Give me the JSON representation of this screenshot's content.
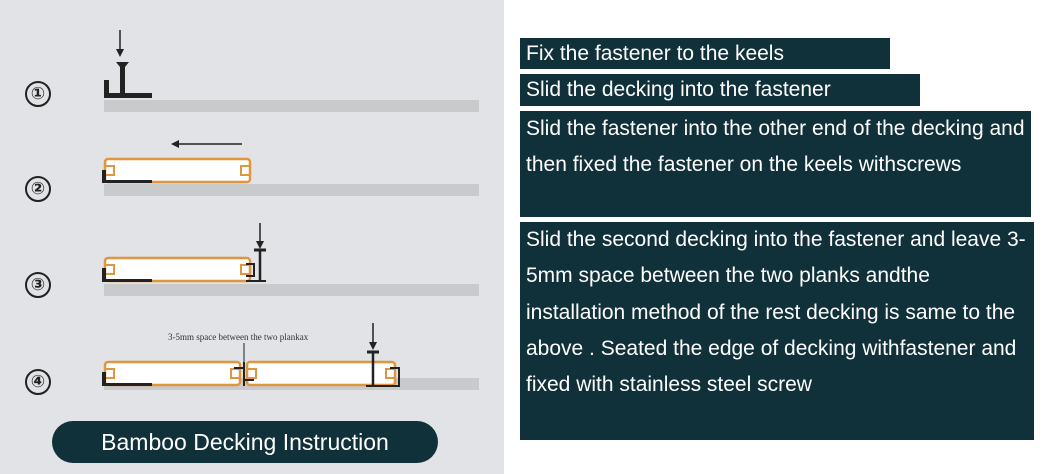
{
  "title": "Bamboo Decking Instruction",
  "steps": [
    {
      "number": "①",
      "text": "Fix the fastener to the keels"
    },
    {
      "number": "②",
      "text": "Slid the decking into the fastener"
    },
    {
      "number": "③",
      "text": "Slid the fastener into the other end of the decking and then fixed the fastener on the keels withscrews"
    },
    {
      "number": "④",
      "text": "Slid the second decking into the fastener and leave 3-5mm space between the two planks andthe installation method of the rest decking is same to the above . Seated the edge of decking withfastener and fixed with stainless steel screw"
    }
  ],
  "gap_label": "3-5mm space between the two plankax",
  "colors": {
    "caption_bg": "#11313a",
    "panel_bg": "#e2e3e6",
    "keel": "#c9cacc",
    "plank_edge": "#e0953f",
    "fastener": "#222222"
  }
}
